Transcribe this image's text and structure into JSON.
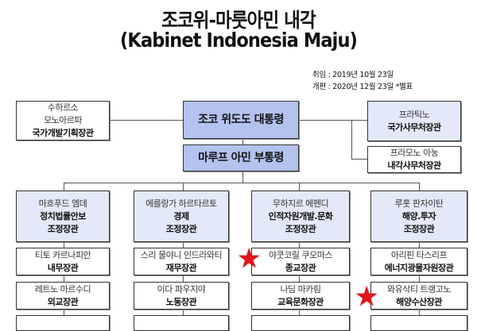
{
  "title": "조코위-마룻아민 내각",
  "subtitle": "(Kabinet Indonesia Maju)",
  "meta": {
    "inauguration": "취임 : 2019년 10월 23일",
    "reshuffle": "개편 : 2020년 12월 23일 *별표"
  },
  "president": {
    "role": "조코 위도도 대통령"
  },
  "vice_president": {
    "role": "마루프 아민 부통령"
  },
  "left": {
    "name1": "수하르소",
    "name2": "모노아르파",
    "role": "국가개발기획장관"
  },
  "right": [
    {
      "name": "프라틱노",
      "role": "국가사무처장관"
    },
    {
      "name": "프라모노 아눙",
      "role": "내각사무처장관"
    }
  ],
  "coordinators": [
    {
      "name": "마흐푸드 엠데",
      "role1": "정치법률안보",
      "role2": "조정장관"
    },
    {
      "name": "에를랑가 하르타르토",
      "role1": "경제",
      "role2": "조정장관"
    },
    {
      "name": "무하지르 에펜디",
      "role1": "인적자원개발.문화",
      "role2": "조정장관"
    },
    {
      "name": "루훗 판자이탄",
      "role1": "해양.투자",
      "role2": "조정장관"
    }
  ],
  "ministers_row1": [
    {
      "name": "티토 카르나피안",
      "role": "내무장관"
    },
    {
      "name": "스리 물야니 인드라와티",
      "role": "재무장관"
    },
    {
      "name": "야쿳코릴 쿠오마스",
      "role": "종교장관",
      "starred": true
    },
    {
      "name": "아리핀 타스리프",
      "role": "에너지광물자원장관"
    }
  ],
  "ministers_row2": [
    {
      "name": "레트노 마르수디",
      "role": "외교장관"
    },
    {
      "name": "이다 파우지야",
      "role": "노동장관"
    },
    {
      "name": "나딤 마카림",
      "role": "교육문화장관"
    },
    {
      "name": "와유삭티 트랭고노",
      "role": "해양수산장관",
      "starred": true
    }
  ],
  "colors": {
    "blue": "#b4c2ef",
    "light": "#e3e9f8",
    "star": "#e0141b"
  }
}
